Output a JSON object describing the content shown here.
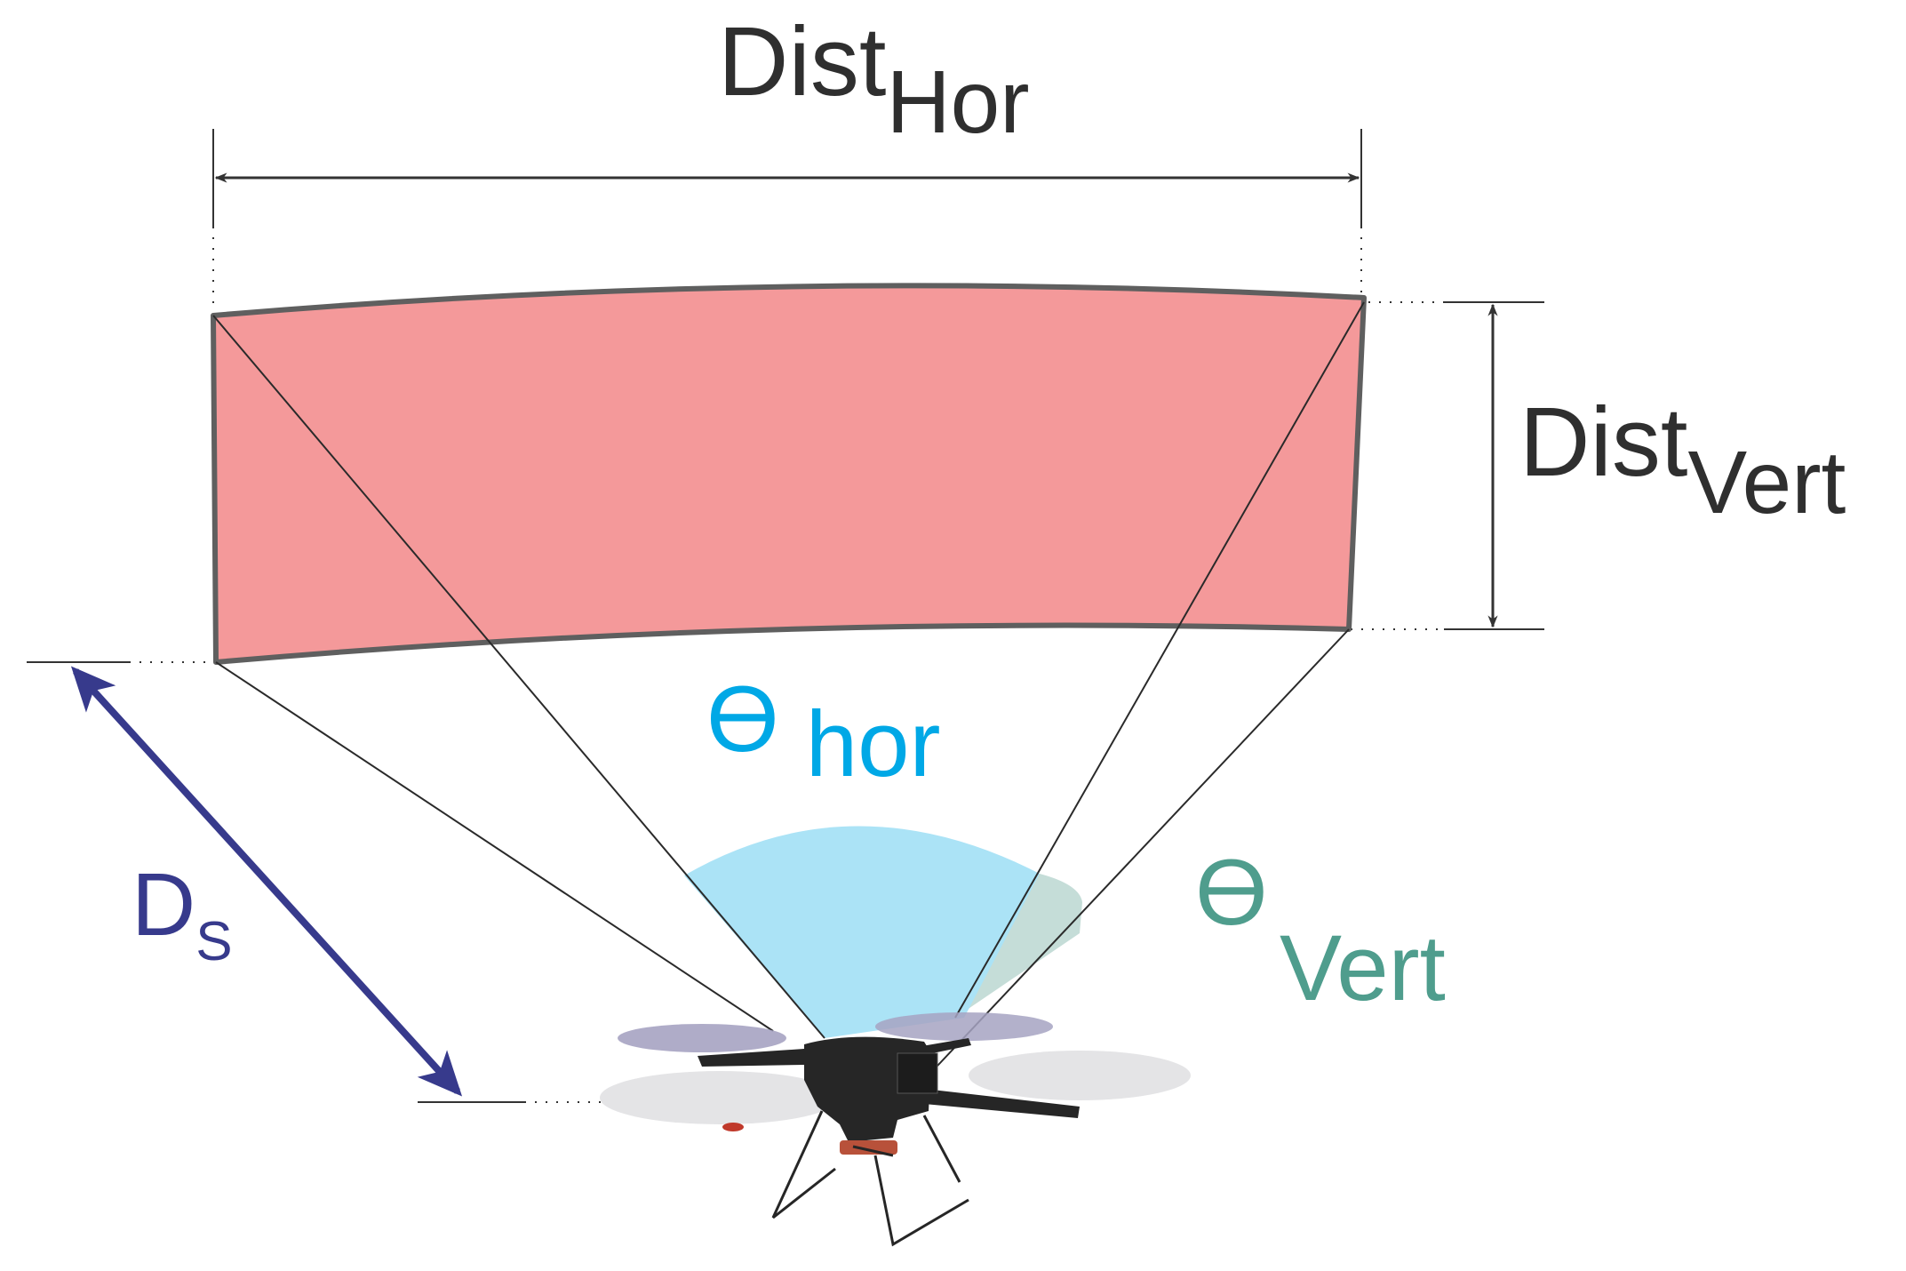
{
  "labels": {
    "dist_hor": {
      "main": "Dist",
      "sub": "Hor"
    },
    "dist_vert": {
      "main": "Dist",
      "sub": "Vert"
    },
    "theta_hor": {
      "main": "ϴ",
      "sub": "hor"
    },
    "theta_vert": {
      "main": "ϴ",
      "sub": "Vert"
    },
    "ds": {
      "main": "D",
      "sub": "S"
    }
  },
  "colors": {
    "footprint_fill": "#f4999a",
    "footprint_stroke": "#5f5f5f",
    "dimension_lines": "#333333",
    "theta_hor": "#00a8e6",
    "theta_hor_fill": "#abe3f6",
    "theta_vert": "#4f9d8d",
    "theta_vert_fill": "#c5ddd8",
    "ds_arrow": "#373a8c",
    "drone_body": "#262626",
    "propeller_gray": "#e4e4e6",
    "propeller_purple": "#a6a3c2"
  }
}
